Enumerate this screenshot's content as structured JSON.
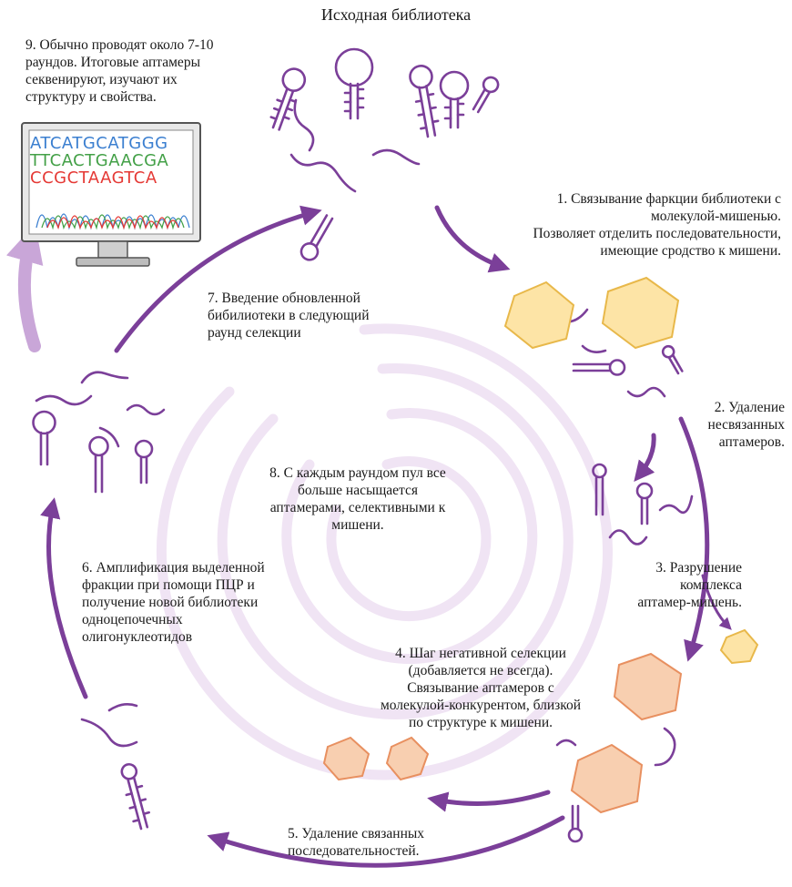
{
  "title": "Исходная библиотека",
  "steps": {
    "s1": [
      "1. Связывание фаркции библиотеки с",
      "молекулой-мишенью.",
      "Позволяет отделить последовательности,",
      "имеющие сродство к мишени."
    ],
    "s2": [
      "2. Удаление",
      "несвязанных",
      "аптамеров."
    ],
    "s3": [
      "3. Разрушение",
      "комплекса",
      "аптамер-мишень."
    ],
    "s4": [
      "4. Шаг негативной селекции",
      "(добавляется не всегда).",
      "Связывание аптамеров с",
      "молекулой-конкурентом, близкой",
      "по структуре к мишени."
    ],
    "s5": [
      "5. Удаление связанных",
      "последовательностей."
    ],
    "s6": [
      "6. Амплификация выделенной",
      "фракции при помощи ПЦР и",
      "получение новой библиотеки",
      "одноцепочечных",
      "олигонуклеотидов"
    ],
    "s7": [
      "7. Введение обновленной",
      "бибилиотеки в следующий",
      "раунд селекции"
    ],
    "s8": [
      "8. С каждым раундом пул все",
      "больше насыщается",
      "аптамерами, селективными к",
      "мишени."
    ],
    "s9": [
      "9. Обычно проводят около 7-10",
      "раундов. Итоговые аптамеры",
      "секвенируют, изучают их",
      "структуру и свойства."
    ]
  },
  "monitor": {
    "lines": [
      "ATCATGCATGGG",
      "TTCACTGAACGA",
      "CCGCTAAGTCA"
    ]
  },
  "colors": {
    "purple": "#7b3f99",
    "light_purple": "#c9a6d8",
    "spiral": "#f0e4f4",
    "target_fill": "#fde4a6",
    "target_stroke": "#e8b84a",
    "competitor_fill": "#f8cfb0",
    "competitor_stroke": "#e89060",
    "seq_colors": [
      "#3b7fd0",
      "#43a047",
      "#e53935",
      "#f5a623"
    ]
  },
  "icons": [
    "aptamer-hairpin-icon",
    "target-molecule-icon",
    "competitor-molecule-icon",
    "computer-monitor-icon",
    "cycle-arrow-icon",
    "spiral-icon"
  ]
}
